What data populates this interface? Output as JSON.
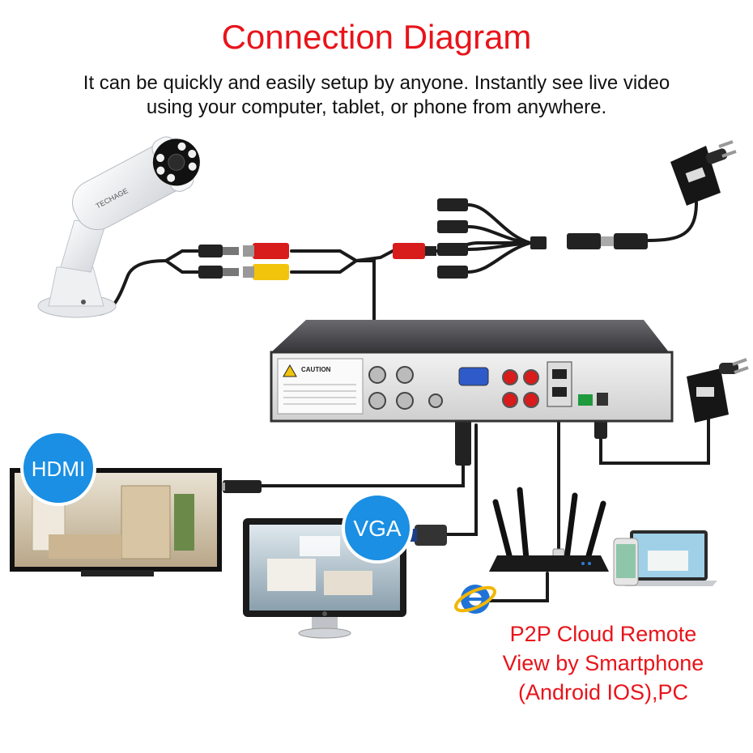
{
  "title": "Connection Diagram",
  "subtitle_line1": "It can be quickly and easily setup by anyone. Instantly see live video",
  "subtitle_line2": "using your computer, tablet, or phone from anywhere.",
  "badges": {
    "hdmi": "HDMI",
    "vga": "VGA"
  },
  "p2p": {
    "line1": "P2P Cloud Remote",
    "line2": "View by Smartphone",
    "line3": "(Android IOS),PC"
  },
  "dvr_label": "CAUTION",
  "camera_brand": "TECHAGE",
  "colors": {
    "title_red": "#e8141a",
    "badge_blue": "#1a8fe3",
    "cable": "#1a1a1a",
    "dvr": "#3a3a3c"
  },
  "icons": [
    "camera",
    "power-adapter",
    "splitter-cable",
    "dvr",
    "hdmi-tv",
    "vga-monitor",
    "router",
    "browser-icon",
    "laptop",
    "phone"
  ]
}
